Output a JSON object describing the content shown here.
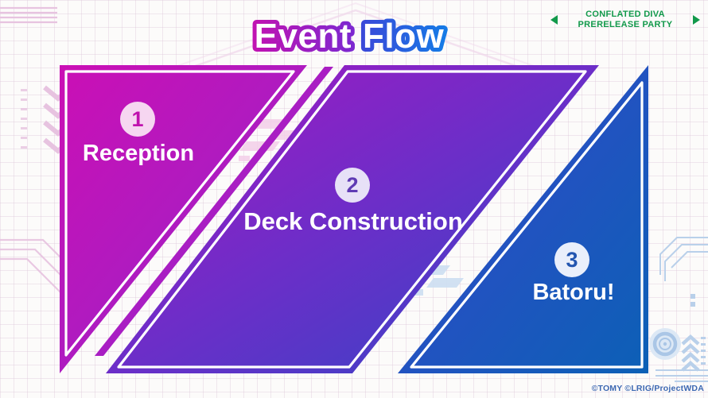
{
  "title": {
    "word1": "Event",
    "word2": "Flow"
  },
  "event_badge": {
    "line1": "CONFLATED DIVA",
    "line2": "PRERELEASE PARTY",
    "left_arrow_icon": "left-triangle",
    "right_arrow_icon": "right-triangle"
  },
  "steps": [
    {
      "number": "1",
      "label": "Reception"
    },
    {
      "number": "2",
      "label": "Deck Construction"
    },
    {
      "number": "3",
      "label": "Batoru!"
    }
  ],
  "footer": {
    "copyright": "©TOMY ©LRIG/ProjectWDA"
  },
  "colors": {
    "step1_gradient_start": "#cb0fb5",
    "step1_gradient_end": "#9227cb",
    "step2_gradient_start": "#a916c1",
    "step2_gradient_mid": "#6c2ec8",
    "step2_gradient_end": "#2f47c5",
    "step3_gradient_start": "#3845cb",
    "step3_gradient_end": "#0c60b6",
    "badge1_bg": "#f6d6f1",
    "badge1_number": "#c013ae",
    "badge2_bg": "#e7e1f7",
    "badge2_number": "#5f3bb4",
    "badge3_bg": "#e9effb",
    "badge3_number": "#2356b0",
    "title_event_outline_start": "#c013b2",
    "title_event_outline_end": "#7d28d0",
    "title_flow_outline_start": "#3a49d9",
    "title_flow_outline_end": "#157ae6",
    "event_badge_green": "#12994b",
    "copyright_blue": "#3d68b2"
  }
}
